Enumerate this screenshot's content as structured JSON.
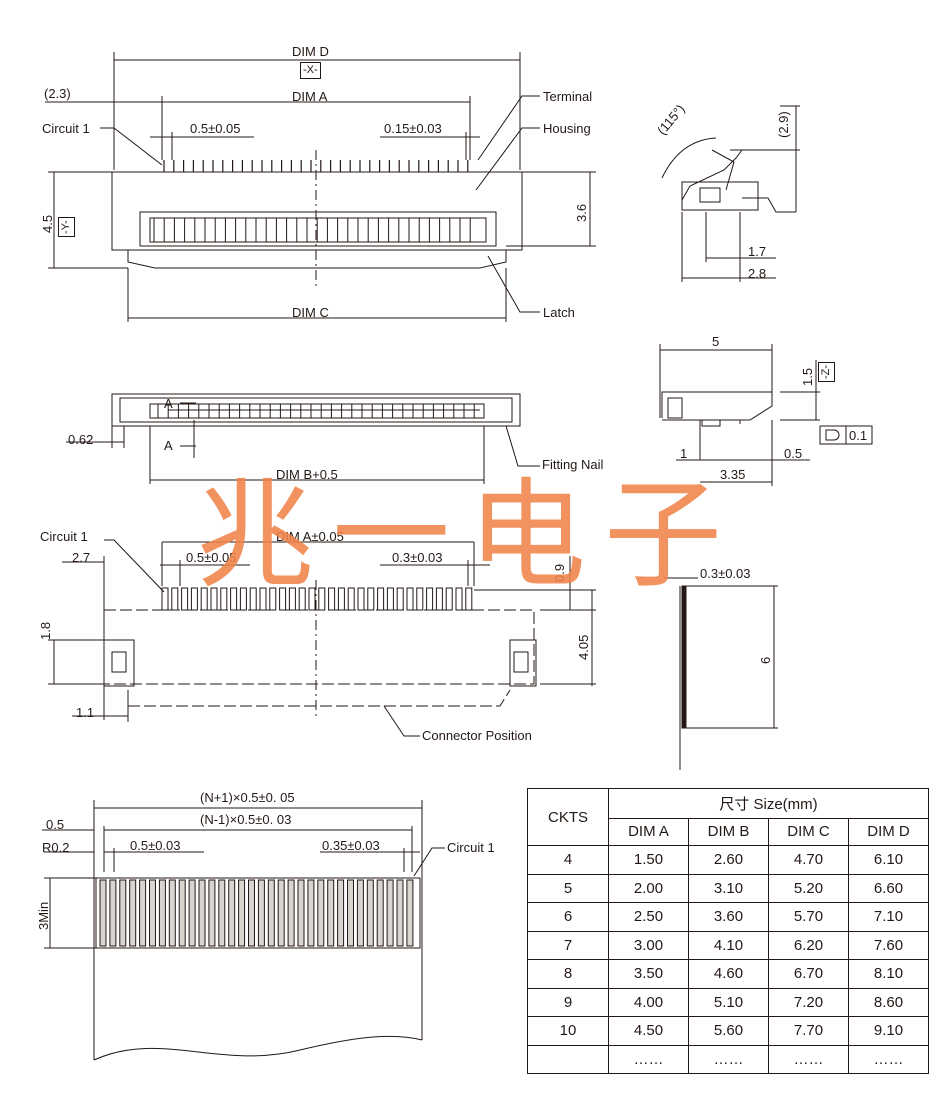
{
  "views": {
    "top": {
      "dim_d": "DIM D",
      "datum_x": "-X-",
      "dim_23": "(2.3)",
      "dim_a": "DIM A",
      "circuit1": "Circuit 1",
      "pitch": "0.5±0.05",
      "pin_width": "0.15±0.03",
      "terminal": "Terminal",
      "housing": "Housing",
      "dim_45": "4.5",
      "datum_y": "-Y-",
      "dim_36": "3.6",
      "dim_c": "DIM C",
      "latch": "Latch"
    },
    "side_angle": {
      "angle": "(115°)",
      "dim_29": "(2.9)",
      "dim_17": "1.7",
      "dim_28": "2.8"
    },
    "front": {
      "a_top": "A",
      "a_bottom": "A",
      "dim_062": "0.62",
      "dim_b": "DIM B+0.5",
      "fitting_nail": "Fitting Nail"
    },
    "side": {
      "dim_5": "5",
      "dim_15": "1.5",
      "datum_z": "-Z-",
      "flatness": "0.1",
      "dim_1": "1",
      "dim_05": "0.5",
      "dim_335": "3.35"
    },
    "pcb": {
      "circuit1": "Circuit 1",
      "dim_27": "2.7",
      "dim_a_tol": "DIM A±0.05",
      "pitch": "0.5±0.05",
      "pad_width": "0.3±0.03",
      "dim_09": "0.9",
      "dim_18": "1.8",
      "dim_405": "4.05",
      "dim_11": "1.1",
      "connector_position": "Connector Position"
    },
    "fpc_side": {
      "thickness": "0.3±0.03",
      "dim_6": "6"
    },
    "fpc": {
      "dim_05": "0.5",
      "overall": "(N+1)×0.5±0. 05",
      "inner": "(N-1)×0.5±0. 03",
      "radius": "R0.2",
      "pitch": "0.5±0.03",
      "conductor": "0.35±0.03",
      "circuit1": "Circuit 1",
      "min": "3Min"
    }
  },
  "watermark": "兆一电子",
  "table": {
    "header_ckts": "CKTS",
    "header_size": "尺寸 Size(mm)",
    "columns": [
      "DIM A",
      "DIM B",
      "DIM C",
      "DIM D"
    ],
    "rows": [
      [
        "4",
        "1.50",
        "2.60",
        "4.70",
        "6.10"
      ],
      [
        "5",
        "2.00",
        "3.10",
        "5.20",
        "6.60"
      ],
      [
        "6",
        "2.50",
        "3.60",
        "5.70",
        "7.10"
      ],
      [
        "7",
        "3.00",
        "4.10",
        "6.20",
        "7.60"
      ],
      [
        "8",
        "3.50",
        "4.60",
        "6.70",
        "8.10"
      ],
      [
        "9",
        "4.00",
        "5.10",
        "7.20",
        "8.60"
      ],
      [
        "10",
        "4.50",
        "5.60",
        "7.70",
        "9.10"
      ],
      [
        "",
        "……",
        "……",
        "……",
        "……"
      ]
    ]
  },
  "colors": {
    "line": "#231815",
    "watermark": "#f0834a"
  }
}
